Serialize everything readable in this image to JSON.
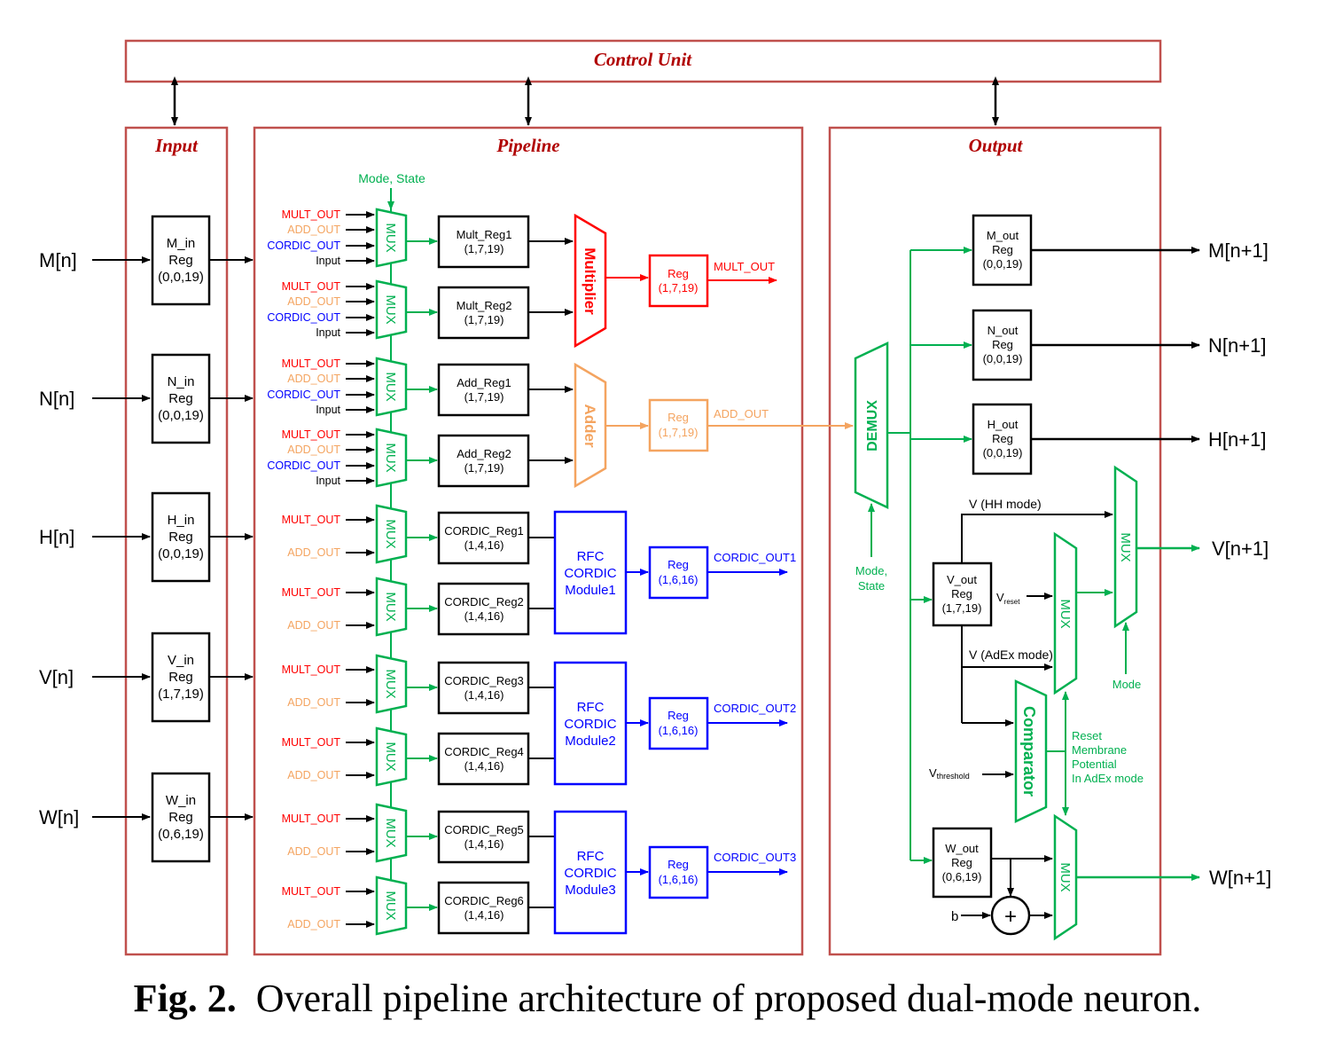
{
  "colors": {
    "frame": "#c0504d",
    "title": "#b00000",
    "mux": "#00b050",
    "mult": "#ff0000",
    "add": "#f4a460",
    "cordic": "#0000ff",
    "black": "#000000"
  },
  "control_unit": "Control Unit",
  "sections": {
    "input": "Input",
    "pipeline": "Pipeline",
    "output": "Output"
  },
  "inputs": [
    {
      "signal": "M[n]",
      "name": "M_in",
      "reg": "Reg",
      "fmt": "(0,0,19)"
    },
    {
      "signal": "N[n]",
      "name": "N_in",
      "reg": "Reg",
      "fmt": "(0,0,19)"
    },
    {
      "signal": "H[n]",
      "name": "H_in",
      "reg": "Reg",
      "fmt": "(0,0,19)"
    },
    {
      "signal": "V[n]",
      "name": "V_in",
      "reg": "Reg",
      "fmt": "(1,7,19)"
    },
    {
      "signal": "W[n]",
      "name": "W_in",
      "reg": "Reg",
      "fmt": "(0,6,19)"
    }
  ],
  "pipeline": {
    "mode_state": "Mode, State",
    "mux_label": "MUX",
    "mux_inputs_4": [
      "MULT_OUT",
      "ADD_OUT",
      "CORDIC_OUT",
      "Input"
    ],
    "mux_inputs_2": [
      "MULT_OUT",
      "ADD_OUT"
    ],
    "regs": [
      {
        "name": "Mult_Reg1",
        "fmt": "(1,7,19)"
      },
      {
        "name": "Mult_Reg2",
        "fmt": "(1,7,19)"
      },
      {
        "name": "Add_Reg1",
        "fmt": "(1,7,19)"
      },
      {
        "name": "Add_Reg2",
        "fmt": "(1,7,19)"
      },
      {
        "name": "CORDIC_Reg1",
        "fmt": "(1,4,16)"
      },
      {
        "name": "CORDIC_Reg2",
        "fmt": "(1,4,16)"
      },
      {
        "name": "CORDIC_Reg3",
        "fmt": "(1,4,16)"
      },
      {
        "name": "CORDIC_Reg4",
        "fmt": "(1,4,16)"
      },
      {
        "name": "CORDIC_Reg5",
        "fmt": "(1,4,16)"
      },
      {
        "name": "CORDIC_Reg6",
        "fmt": "(1,4,16)"
      }
    ],
    "multiplier": "Multiplier",
    "adder": "Adder",
    "mult_out_reg": {
      "name": "Reg",
      "fmt": "(1,7,19)",
      "out": "MULT_OUT"
    },
    "add_out_reg": {
      "name": "Reg",
      "fmt": "(1,7,19)",
      "out": "ADD_OUT"
    },
    "cordic_modules": [
      {
        "l1": "RFC",
        "l2": "CORDIC",
        "l3": "Module1",
        "reg": "Reg",
        "fmt": "(1,6,16)",
        "out": "CORDIC_OUT1"
      },
      {
        "l1": "RFC",
        "l2": "CORDIC",
        "l3": "Module2",
        "reg": "Reg",
        "fmt": "(1,6,16)",
        "out": "CORDIC_OUT2"
      },
      {
        "l1": "RFC",
        "l2": "CORDIC",
        "l3": "Module3",
        "reg": "Reg",
        "fmt": "(1,6,16)",
        "out": "CORDIC_OUT3"
      }
    ]
  },
  "output": {
    "demux": "DEMUX",
    "mode_state_1": "Mode,",
    "mode_state_2": "State",
    "regs": [
      {
        "name": "M_out",
        "reg": "Reg",
        "fmt": "(0,0,19)",
        "signal": "M[n+1]"
      },
      {
        "name": "N_out",
        "reg": "Reg",
        "fmt": "(0,0,19)",
        "signal": "N[n+1]"
      },
      {
        "name": "H_out",
        "reg": "Reg",
        "fmt": "(0,0,19)",
        "signal": "H[n+1]"
      }
    ],
    "v_reg": {
      "name": "V_out",
      "reg": "Reg",
      "fmt": "(1,7,19)"
    },
    "w_reg": {
      "name": "W_out",
      "reg": "Reg",
      "fmt": "(0,6,19)"
    },
    "v_hh": "V (HH mode)",
    "v_adex": "V (AdEx mode)",
    "v_reset_main": "V",
    "v_reset_sub": "reset",
    "v_thr_main": "V",
    "v_thr_sub": "threshold",
    "comparator": "Comparator",
    "mux": "MUX",
    "mode": "Mode",
    "reset_note": [
      "Reset",
      "Membrane",
      "Potential",
      "In AdEx mode"
    ],
    "b": "b",
    "plus": "+",
    "v_out": "V[n+1]",
    "w_out": "W[n+1]"
  },
  "caption": {
    "fig": "Fig. 2.",
    "text": "Overall pipeline architecture of proposed dual-mode neuron."
  }
}
